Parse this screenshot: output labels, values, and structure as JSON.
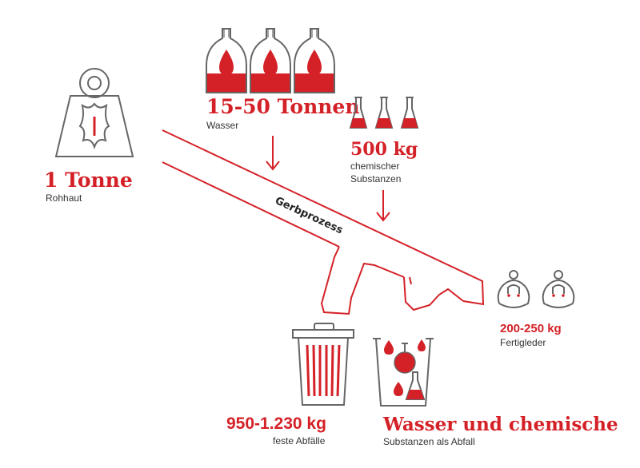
{
  "colors": {
    "accent": "#d42127",
    "outline": "#666666",
    "text": "#333333"
  },
  "input_rawhide": {
    "amount": "1 Tonne",
    "label": "Rohhaut",
    "icon": "weight-with-leather-icon"
  },
  "input_water": {
    "amount": "15-50 Tonnen",
    "label": "Wasser",
    "icon": "water-bottle-icon"
  },
  "input_chemicals": {
    "amount": "500 kg",
    "label_line1": "chemischer",
    "label_line2": "Substanzen",
    "icon": "flask-icon"
  },
  "process": {
    "label": "Gerbprozess"
  },
  "output_leather": {
    "amount": "200-250 kg",
    "label": "Fertigleder",
    "icon": "leather-bag-icon"
  },
  "output_solid_waste": {
    "amount": "950-1.230 kg",
    "label": "feste Abfälle",
    "icon": "trash-can-icon"
  },
  "output_liquid_waste": {
    "amount": "Wasser und chemische",
    "label": "Substanzen als Abfall",
    "icon": "bucket-with-chemicals-icon"
  }
}
